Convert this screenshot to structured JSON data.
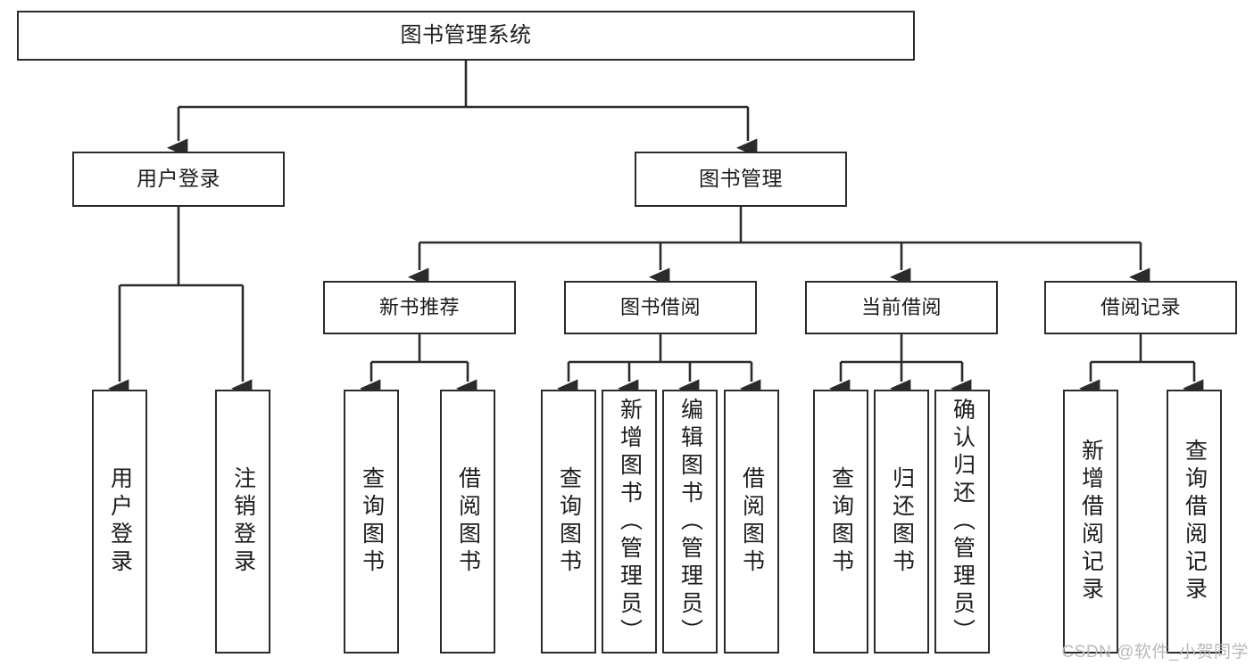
{
  "diagram": {
    "title": "图书管理系统",
    "type": "tree-hierarchy-chart",
    "root": {
      "label": "图书管理系统"
    },
    "level2": [
      {
        "label": "用户登录"
      },
      {
        "label": "图书管理"
      }
    ],
    "level3": [
      {
        "label": "新书推荐"
      },
      {
        "label": "图书借阅"
      },
      {
        "label": "当前借阅"
      },
      {
        "label": "借阅记录"
      }
    ],
    "leaves": {
      "user_login": [
        {
          "label": "用户登录"
        },
        {
          "label": "注销登录"
        }
      ],
      "new_book_recommend": [
        {
          "label": "查询图书"
        },
        {
          "label": "借阅图书"
        }
      ],
      "book_borrow": [
        {
          "label": "查询图书"
        },
        {
          "label": "新增图书（管理员）"
        },
        {
          "label": "编辑图书（管理员）"
        },
        {
          "label": "借阅图书"
        }
      ],
      "current_borrow": [
        {
          "label": "查询图书"
        },
        {
          "label": "归还图书"
        },
        {
          "label": "确认归还（管理员）"
        }
      ],
      "borrow_record": [
        {
          "label": "新增借阅记录"
        },
        {
          "label": "查询借阅记录"
        }
      ]
    }
  },
  "watermark": {
    "text": "CSDN @软件_小贺同学"
  },
  "colors": {
    "box_border": "#2b2b2b",
    "box_fill": "#ffffff",
    "connector": "#2b2b2b",
    "text": "#1c1c1c",
    "watermark": "#b9b9b9",
    "background": "#ffffff"
  }
}
